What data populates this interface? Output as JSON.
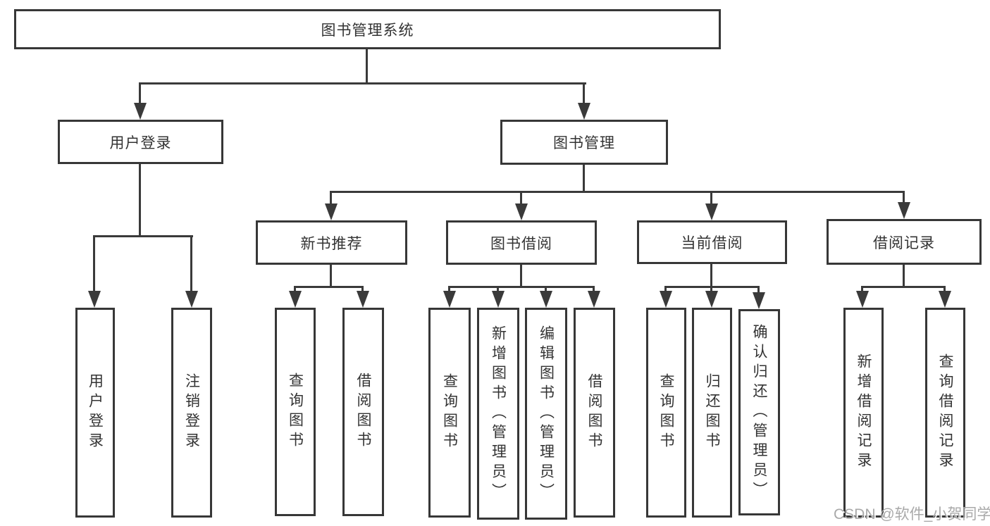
{
  "title": "图书管理系统",
  "colors": {
    "line": "#3a3a3a",
    "box_border": "#373737",
    "box_background": "#ffffff",
    "text": "#333333",
    "watermark": "#a9a9a9"
  },
  "root_label": "图书管理系统",
  "level2": {
    "user": {
      "label": "用户登录",
      "children": [
        "用户登录",
        "注销登录"
      ]
    },
    "book": {
      "label": "图书管理",
      "groups": [
        {
          "label": "新书推荐",
          "children": [
            "查询图书",
            "借阅图书"
          ]
        },
        {
          "label": "图书借阅",
          "children": [
            "查询图书",
            "新增图书（管理员）",
            "编辑图书（管理员）",
            "借阅图书"
          ]
        },
        {
          "label": "当前借阅",
          "children": [
            "查询图书",
            "归还图书",
            "确认归还（管理员）"
          ]
        },
        {
          "label": "借阅记录",
          "children": [
            "新增借阅记录",
            "查询借阅记录"
          ]
        }
      ]
    }
  },
  "watermark": "CSDN @软件_小贺同学"
}
